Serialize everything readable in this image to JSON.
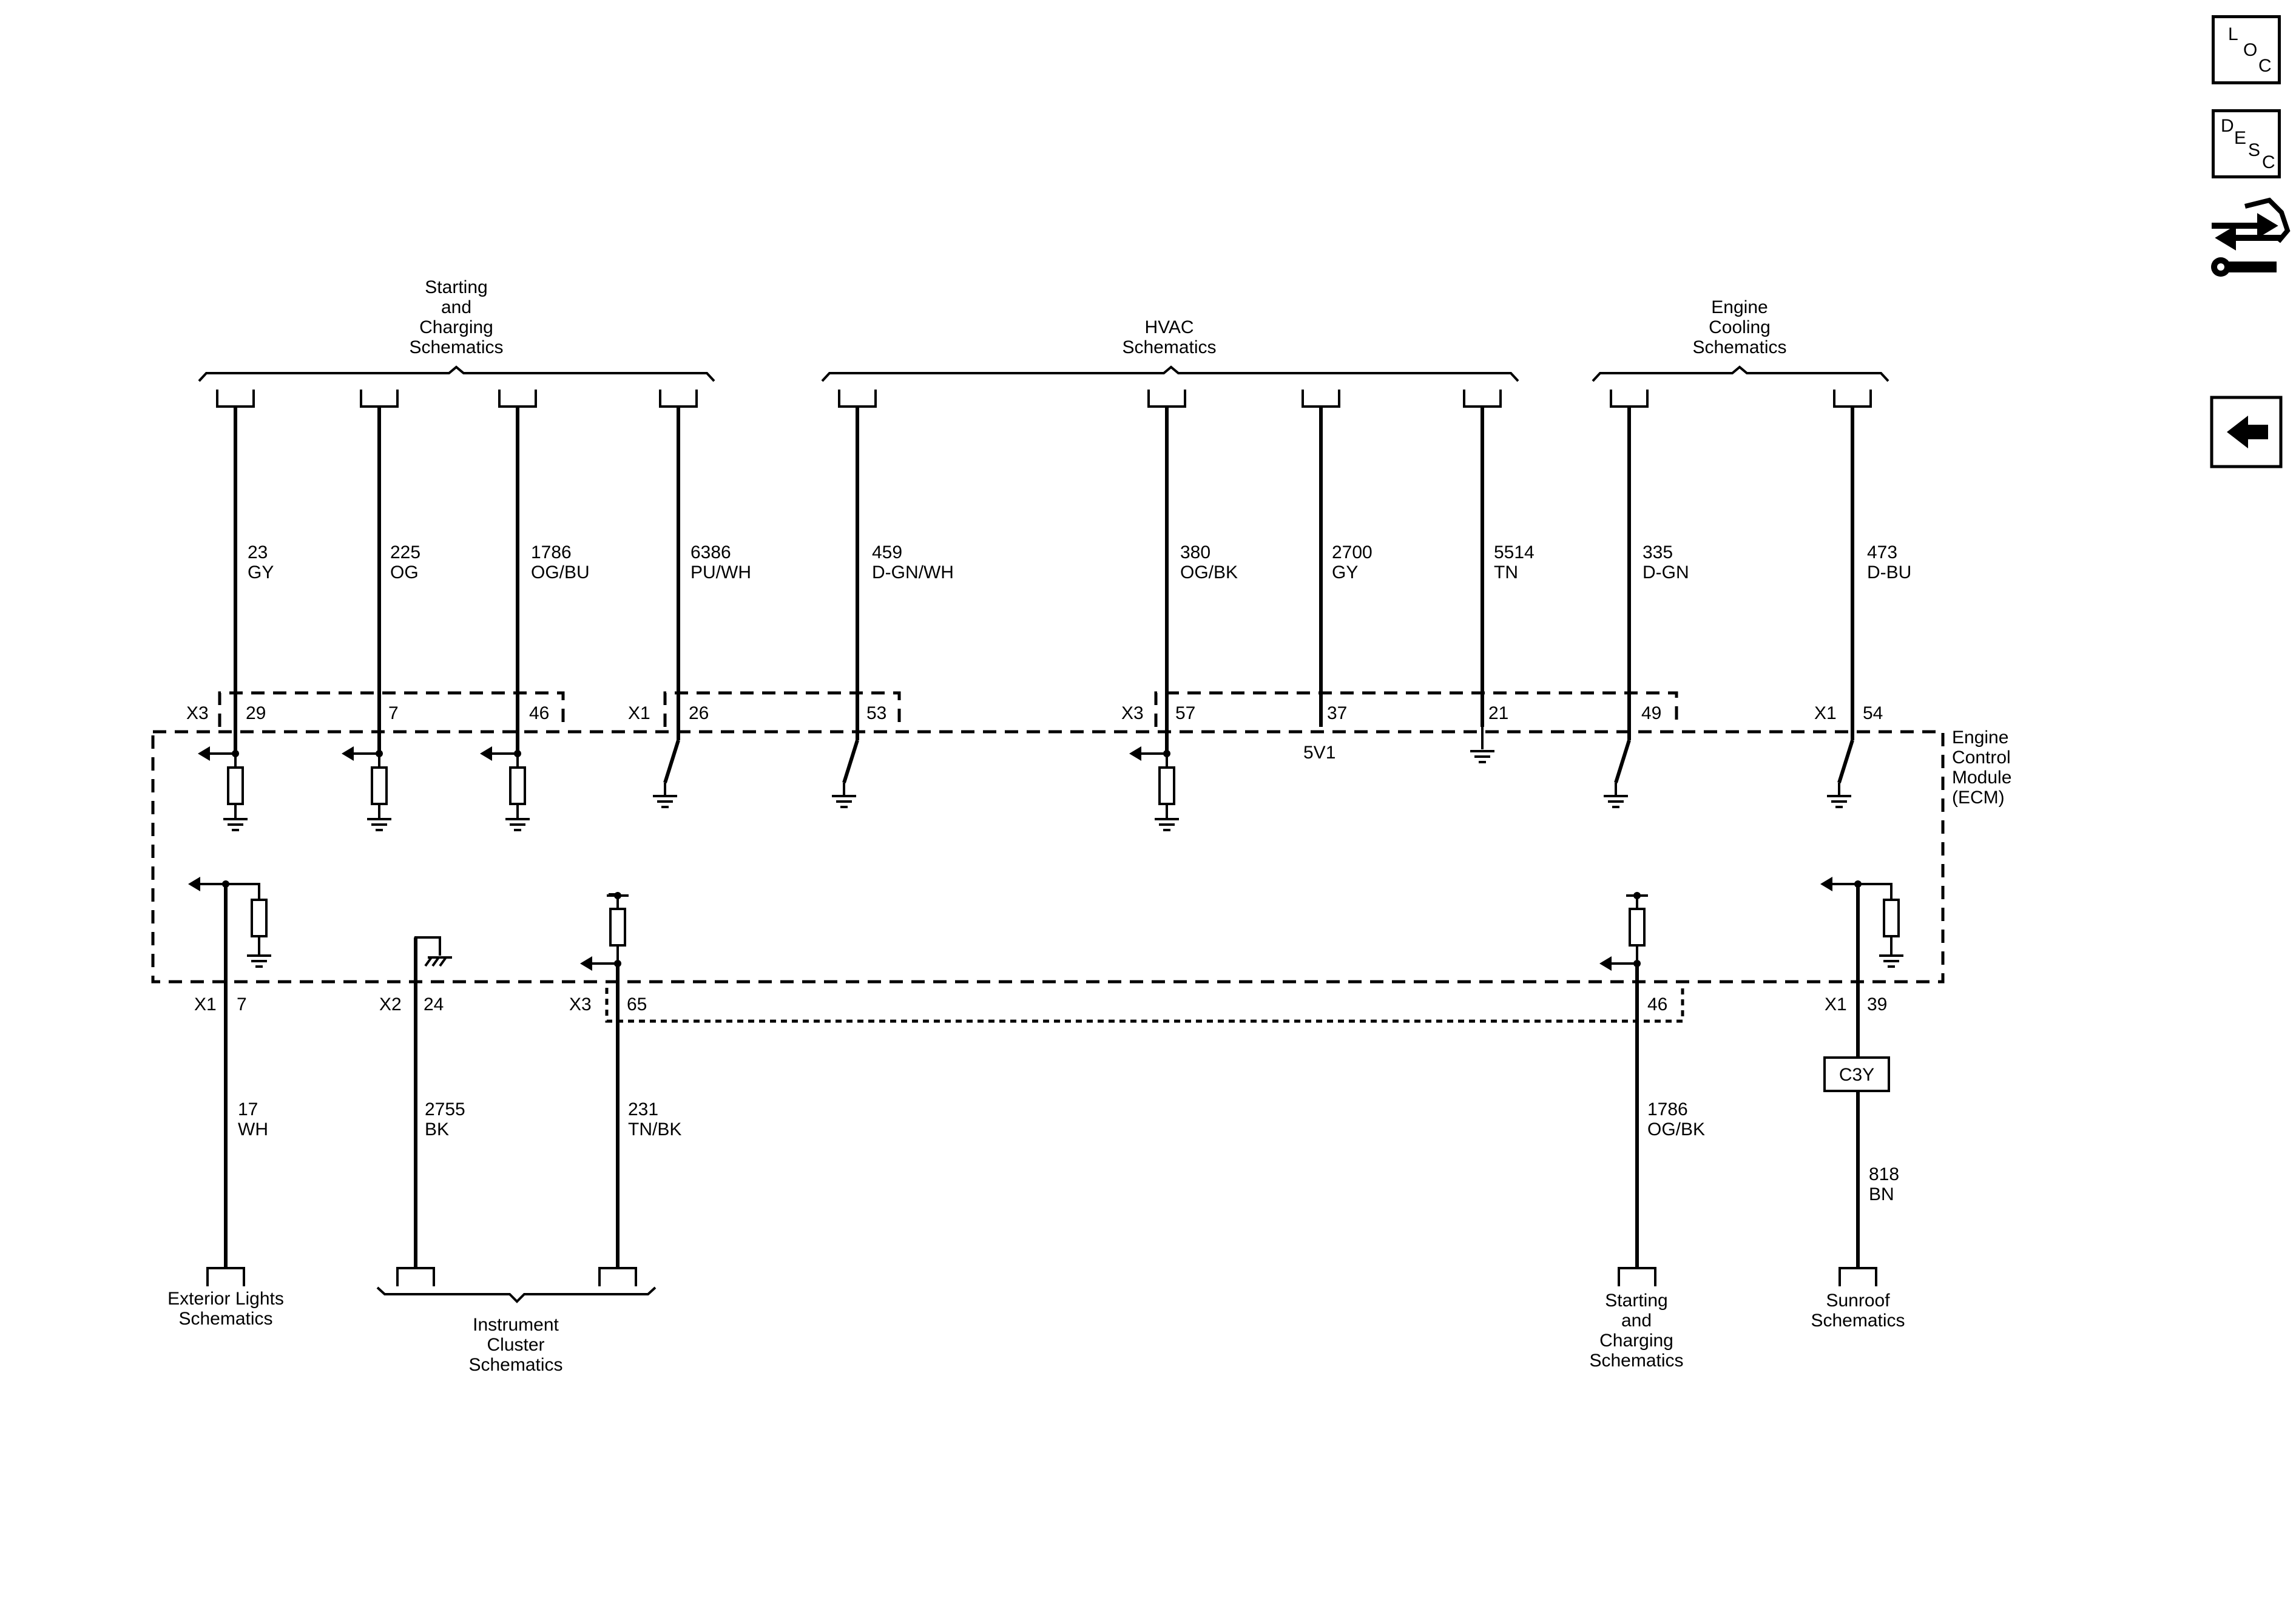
{
  "top_groups": [
    {
      "lines": [
        "Starting",
        "and",
        "Charging",
        "Schematics"
      ]
    },
    {
      "lines": [
        "HVAC",
        "Schematics"
      ]
    },
    {
      "lines": [
        "Engine",
        "Cooling",
        "Schematics"
      ]
    }
  ],
  "top_wires": [
    {
      "circuit": "23",
      "color": "GY",
      "pin": "29"
    },
    {
      "circuit": "225",
      "color": "OG",
      "pin": "7"
    },
    {
      "circuit": "1786",
      "color": "OG/BU",
      "pin": "46"
    },
    {
      "circuit": "6386",
      "color": "PU/WH",
      "pin": "26"
    },
    {
      "circuit": "459",
      "color": "D-GN/WH",
      "pin": "53"
    },
    {
      "circuit": "380",
      "color": "OG/BK",
      "pin": "57"
    },
    {
      "circuit": "2700",
      "color": "GY",
      "pin": "37"
    },
    {
      "circuit": "5514",
      "color": "TN",
      "pin": "21"
    },
    {
      "circuit": "335",
      "color": "D-GN",
      "pin": "49"
    },
    {
      "circuit": "473",
      "color": "D-BU",
      "pin": "54"
    }
  ],
  "top_connectors": [
    "X3",
    "X1",
    "X3",
    "X1"
  ],
  "ref_5v": "5V1",
  "module_label": [
    "Engine",
    "Control",
    "Module",
    "(ECM)"
  ],
  "bottom_wires": [
    {
      "connector": "X1",
      "pin": "7",
      "circuit": "17",
      "color": "WH"
    },
    {
      "connector": "X2",
      "pin": "24",
      "circuit": "2755",
      "color": "BK"
    },
    {
      "connector": "X3",
      "pin": "65",
      "circuit": "231",
      "color": "TN/BK"
    },
    {
      "connector": "",
      "pin": "46",
      "circuit": "1786",
      "color": "OG/BK"
    },
    {
      "connector": "X1",
      "pin": "39",
      "circuit": "818",
      "color": "BN"
    }
  ],
  "inline_connector": "C3Y",
  "bottom_groups": [
    {
      "lines": [
        "Exterior Lights",
        "Schematics"
      ]
    },
    {
      "lines": [
        "Instrument",
        "Cluster",
        "Schematics"
      ]
    },
    {
      "lines": [
        "Starting",
        "and",
        "Charging",
        "Schematics"
      ]
    },
    {
      "lines": [
        "Sunroof",
        "Schematics"
      ]
    }
  ],
  "side_buttons": {
    "loc": [
      "L",
      "O",
      "C"
    ],
    "desc": [
      "D",
      "E",
      "S",
      "C"
    ]
  },
  "icons": {
    "repair": "connector-repair-icon",
    "back": "back-arrow-icon"
  }
}
